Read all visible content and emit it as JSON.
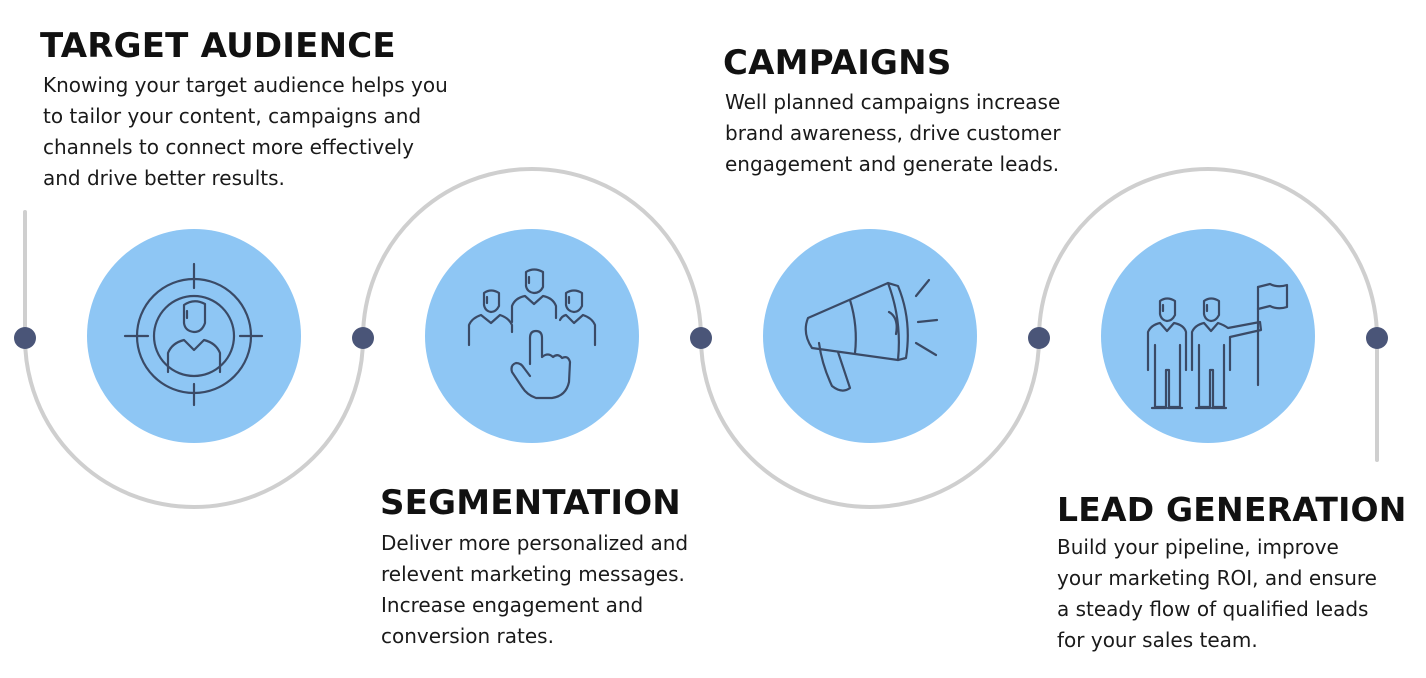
{
  "steps": [
    {
      "title": "TARGET AUDIENCE",
      "lines": [
        "Knowing your target audience helps you",
        "to tailor your content, campaigns and",
        "channels to connect more effectively",
        "and drive better results."
      ],
      "icon": "target-person-icon"
    },
    {
      "title": "SEGMENTATION",
      "lines": [
        "Deliver more personalized and",
        "relevent marketing messages.",
        "Increase engagement and",
        "conversion rates."
      ],
      "icon": "group-pointer-icon"
    },
    {
      "title": "CAMPAIGNS",
      "lines": [
        "Well planned campaigns increase",
        "brand awareness, drive customer",
        "engagement and generate leads."
      ],
      "icon": "megaphone-icon"
    },
    {
      "title": "LEAD GENERATION",
      "lines": [
        "Build your pipeline, improve",
        "your marketing ROI, and ensure",
        "a steady flow of qualified leads",
        "for your sales team."
      ],
      "icon": "people-flag-icon"
    }
  ],
  "colors": {
    "circle_fill": "#8ec6f4",
    "icon_stroke": "#3a4a66",
    "track": "#cfcfcf",
    "dot": "#4a5578",
    "text": "#111111"
  }
}
